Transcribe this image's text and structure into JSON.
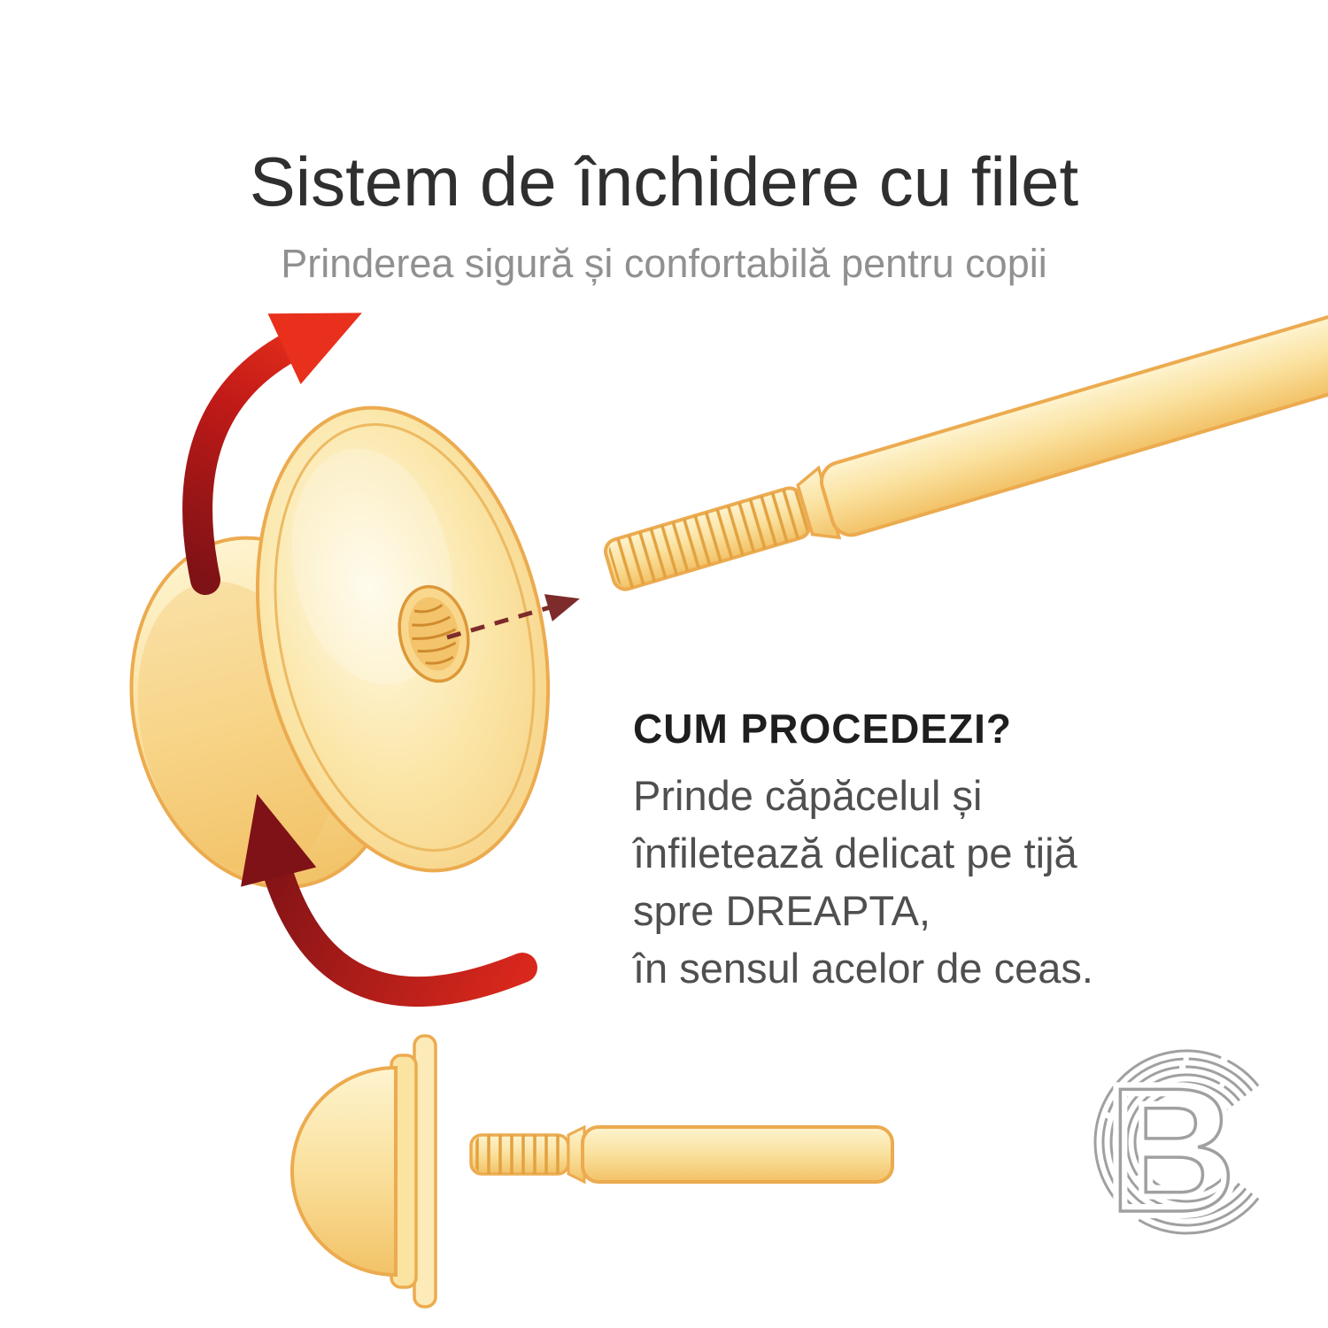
{
  "page": {
    "background": "#FFFFFF"
  },
  "header": {
    "title": "Sistem de închidere cu filet",
    "subtitle": "Prinderea sigură și confortabilă pentru copii"
  },
  "instructions": {
    "heading": "CUM PROCEDEZI?",
    "lines": [
      "Prinde căpăcelul și",
      "înfiletează delicat pe tijă",
      "spre DREAPTA,",
      "în sensul acelor de ceas."
    ]
  },
  "logo": {
    "letter": "B"
  },
  "icons": {
    "rotation_arrow_top": "curved-red-arrow-clockwise",
    "rotation_arrow_bottom": "curved-red-arrow-clockwise",
    "direction_arrow": "dashed-arrow-toward-post",
    "brand_logo": "fingerprint-cb-monogram"
  },
  "colors": {
    "gold_light": "#FEF4D0",
    "gold_mid": "#FAE09C",
    "gold_deep": "#F2C267",
    "gold_stroke": "#ECAB4F",
    "thread_line": "#E2A23F",
    "hole_stroke": "#DD9838",
    "arrow_bright_red": "#E8301C",
    "arrow_dark_red": "#7E1216",
    "dashed_arrow": "#7D2B2B",
    "title_text": "#2F2F2F",
    "subtitle_text": "#909090",
    "heading_text": "#1E1E1E",
    "body_text": "#4F4F4F",
    "logo_gray": "#A0A0A0"
  }
}
